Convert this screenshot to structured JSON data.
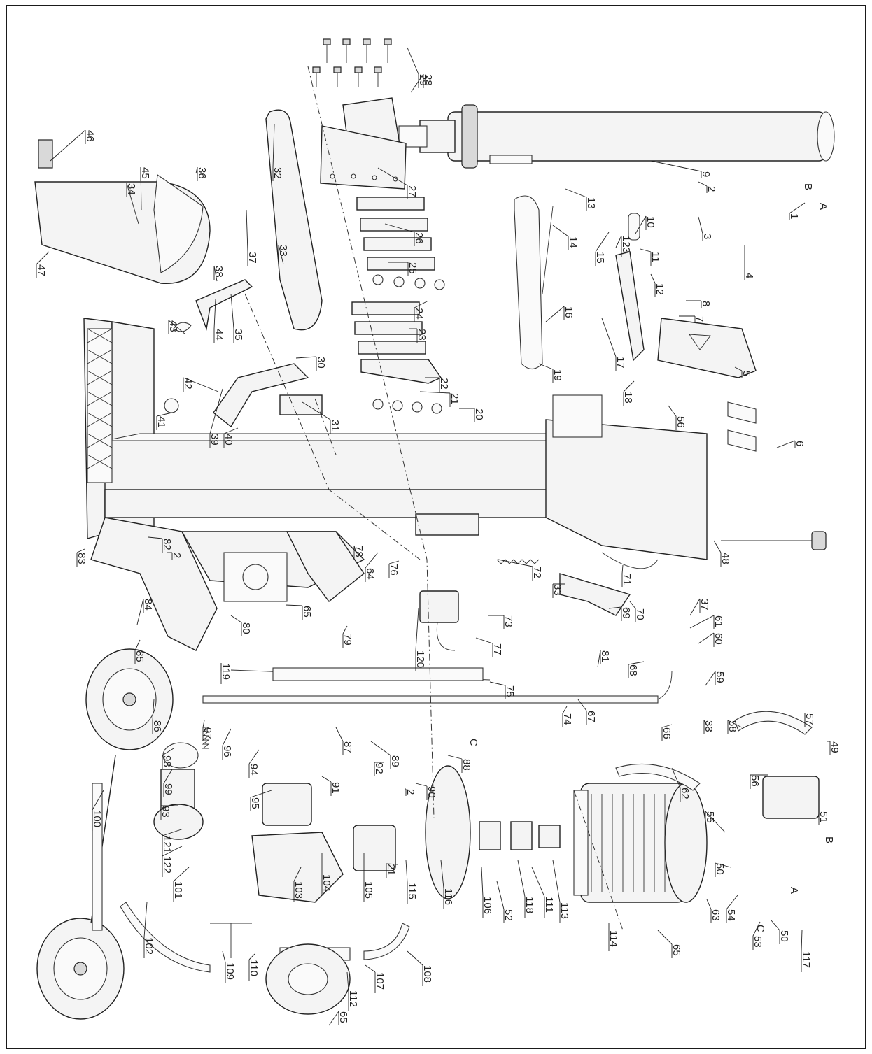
{
  "diagram": {
    "callouts": [
      {
        "id": "29",
        "p": [
          582,
          68
        ],
        "t": [
          598,
          106
        ]
      },
      {
        "id": "28",
        "p": [
          587,
          132
        ],
        "t": [
          605,
          106
        ]
      },
      {
        "id": "46",
        "p": [
          72,
          230
        ],
        "t": [
          122,
          186
        ]
      },
      {
        "id": "45",
        "p": [
          202,
          300
        ],
        "t": [
          201,
          239
        ]
      },
      {
        "id": "34",
        "p": [
          198,
          320
        ],
        "t": [
          181,
          262
        ]
      },
      {
        "id": "36",
        "p": [
          280,
          248
        ],
        "t": [
          282,
          239
        ]
      },
      {
        "id": "47",
        "p": [
          70,
          360
        ],
        "t": [
          52,
          378
        ]
      },
      {
        "id": "32",
        "p": [
          392,
          178
        ],
        "t": [
          390,
          239
        ]
      },
      {
        "id": "37",
        "p": [
          352,
          300
        ],
        "t": [
          354,
          360
        ]
      },
      {
        "id": "33",
        "p": [
          405,
          378
        ],
        "t": [
          398,
          350
        ]
      },
      {
        "id": "38",
        "p": [
          310,
          402
        ],
        "t": [
          306,
          380
        ]
      },
      {
        "id": "44",
        "p": [
          308,
          428
        ],
        "t": [
          306,
          470
        ]
      },
      {
        "id": "35",
        "p": [
          330,
          420
        ],
        "t": [
          334,
          470
        ]
      },
      {
        "id": "43",
        "p": [
          265,
          478
        ],
        "t": [
          241,
          458
        ]
      },
      {
        "id": "42",
        "p": [
          312,
          560
        ],
        "t": [
          262,
          540
        ]
      },
      {
        "id": "30",
        "p": [
          423,
          512
        ],
        "t": [
          452,
          510
        ]
      },
      {
        "id": "31",
        "p": [
          432,
          575
        ],
        "t": [
          472,
          600
        ]
      },
      {
        "id": "41",
        "p": [
          246,
          590
        ],
        "t": [
          224,
          595
        ]
      },
      {
        "id": "39",
        "p": [
          318,
          556
        ],
        "t": [
          300,
          620
        ]
      },
      {
        "id": "40",
        "p": [
          340,
          612
        ],
        "t": [
          320,
          620
        ]
      },
      {
        "id": "27",
        "p": [
          540,
          240
        ],
        "t": [
          582,
          265
        ]
      },
      {
        "id": "26",
        "p": [
          550,
          320
        ],
        "t": [
          592,
          332
        ]
      },
      {
        "id": "25",
        "p": [
          555,
          375
        ],
        "t": [
          583,
          375
        ]
      },
      {
        "id": "24",
        "p": [
          612,
          430
        ],
        "t": [
          592,
          440
        ]
      },
      {
        "id": "23",
        "p": [
          585,
          470
        ],
        "t": [
          596,
          470
        ]
      },
      {
        "id": "22",
        "p": [
          607,
          540
        ],
        "t": [
          628,
          540
        ]
      },
      {
        "id": "21",
        "p": [
          600,
          560
        ],
        "t": [
          643,
          562
        ]
      },
      {
        "id": "20",
        "p": [
          656,
          584
        ],
        "t": [
          678,
          584
        ]
      },
      {
        "id": "9",
        "p": [
          930,
          230
        ],
        "t": [
          1002,
          245
        ]
      },
      {
        "id": "13",
        "p": [
          808,
          270
        ],
        "t": [
          838,
          282
        ]
      },
      {
        "id": "14",
        "p": [
          790,
          322
        ],
        "t": [
          812,
          338
        ]
      },
      {
        "id": "15",
        "p": [
          870,
          332
        ],
        "t": [
          851,
          360
        ]
      },
      {
        "id": "123",
        "p": [
          880,
          354
        ],
        "t": [
          888,
          337
        ]
      },
      {
        "id": "10",
        "p": [
          908,
          334
        ],
        "t": [
          923,
          309
        ]
      },
      {
        "id": "11",
        "p": [
          915,
          356
        ],
        "t": [
          930,
          360
        ]
      },
      {
        "id": "12",
        "p": [
          930,
          392
        ],
        "t": [
          936,
          405
        ]
      },
      {
        "id": "2",
        "p": [
          998,
          260
        ],
        "t": [
          1010,
          266
        ]
      },
      {
        "id": "3",
        "p": [
          998,
          310
        ],
        "t": [
          1004,
          334
        ]
      },
      {
        "id": "1",
        "p": [
          1150,
          290
        ],
        "t": [
          1128,
          305
        ]
      },
      {
        "id": "4",
        "p": [
          1064,
          350
        ],
        "t": [
          1064,
          390
        ]
      },
      {
        "id": "8",
        "p": [
          980,
          430
        ],
        "t": [
          1002,
          430
        ]
      },
      {
        "id": "7",
        "p": [
          970,
          452
        ],
        "t": [
          993,
          452
        ]
      },
      {
        "id": "16",
        "p": [
          780,
          460
        ],
        "t": [
          806,
          438
        ]
      },
      {
        "id": "17",
        "p": [
          860,
          455
        ],
        "t": [
          880,
          510
        ]
      },
      {
        "id": "18",
        "p": [
          906,
          545
        ],
        "t": [
          891,
          560
        ]
      },
      {
        "id": "19",
        "p": [
          770,
          520
        ],
        "t": [
          790,
          528
        ]
      },
      {
        "id": "5",
        "p": [
          1050,
          525
        ],
        "t": [
          1060,
          530
        ]
      },
      {
        "id": "56",
        "p": [
          955,
          580
        ],
        "t": [
          966,
          595
        ]
      },
      {
        "id": "6",
        "p": [
          1110,
          640
        ],
        "t": [
          1136,
          630
        ]
      },
      {
        "id": "48",
        "p": [
          1020,
          773
        ],
        "t": [
          1030,
          790
        ]
      },
      {
        "id": "71",
        "p": [
          890,
          808
        ],
        "t": [
          889,
          820
        ]
      },
      {
        "id": "70",
        "p": [
          900,
          860
        ],
        "t": [
          908,
          870
        ]
      },
      {
        "id": "69",
        "p": [
          870,
          870
        ],
        "t": [
          888,
          868
        ]
      },
      {
        "id": "33",
        "p": [
          807,
          835
        ],
        "t": [
          790,
          835
        ]
      },
      {
        "id": "72",
        "p": [
          712,
          800
        ],
        "t": [
          761,
          810
        ]
      },
      {
        "id": "76",
        "p": [
          570,
          802
        ],
        "t": [
          556,
          806
        ]
      },
      {
        "id": "64",
        "p": [
          540,
          790
        ],
        "t": [
          522,
          812
        ]
      },
      {
        "id": "78",
        "p": [
          508,
          788
        ],
        "t": [
          506,
          780
        ]
      },
      {
        "id": "82",
        "p": [
          212,
          768
        ],
        "t": [
          232,
          770
        ]
      },
      {
        "id": "2",
        "p": [
          238,
          790
        ],
        "t": [
          246,
          790
        ]
      },
      {
        "id": "83",
        "p": [
          121,
          785
        ],
        "t": [
          110,
          790
        ]
      },
      {
        "id": "84",
        "p": [
          196,
          893
        ],
        "t": [
          205,
          856
        ]
      },
      {
        "id": "85",
        "p": [
          200,
          915
        ],
        "t": [
          193,
          930
        ]
      },
      {
        "id": "80",
        "p": [
          330,
          880
        ],
        "t": [
          345,
          890
        ]
      },
      {
        "id": "65",
        "p": [
          408,
          865
        ],
        "t": [
          432,
          866
        ]
      },
      {
        "id": "79",
        "p": [
          496,
          895
        ],
        "t": [
          490,
          906
        ]
      },
      {
        "id": "120",
        "p": [
          598,
          870
        ],
        "t": [
          594,
          930
        ]
      },
      {
        "id": "73",
        "p": [
          698,
          880
        ],
        "t": [
          720,
          880
        ]
      },
      {
        "id": "77",
        "p": [
          680,
          912
        ],
        "t": [
          704,
          920
        ]
      },
      {
        "id": "75",
        "p": [
          700,
          975
        ],
        "t": [
          722,
          980
        ]
      },
      {
        "id": "119",
        "p": [
          316,
          960
        ],
        "t": [
          316,
          948
        ]
      },
      {
        "id": "86",
        "p": [
          220,
          1000
        ],
        "t": [
          218,
          1030
        ]
      },
      {
        "id": "97",
        "p": [
          292,
          1030
        ],
        "t": [
          290,
          1040
        ]
      },
      {
        "id": "96",
        "p": [
          330,
          1042
        ],
        "t": [
          318,
          1066
        ]
      },
      {
        "id": "98",
        "p": [
          248,
          1070
        ],
        "t": [
          232,
          1080
        ]
      },
      {
        "id": "99",
        "p": [
          246,
          1100
        ],
        "t": [
          234,
          1120
        ]
      },
      {
        "id": "100",
        "p": [
          148,
          1130
        ],
        "t": [
          132,
          1158
        ]
      },
      {
        "id": "94",
        "p": [
          370,
          1072
        ],
        "t": [
          356,
          1092
        ]
      },
      {
        "id": "87",
        "p": [
          480,
          1040
        ],
        "t": [
          490,
          1060
        ]
      },
      {
        "id": "89",
        "p": [
          530,
          1060
        ],
        "t": [
          558,
          1080
        ]
      },
      {
        "id": "91",
        "p": [
          460,
          1110
        ],
        "t": [
          473,
          1118
        ]
      },
      {
        "id": "88",
        "p": [
          640,
          1080
        ],
        "t": [
          660,
          1085
        ]
      },
      {
        "id": "92",
        "p": [
          548,
          1090
        ],
        "t": [
          535,
          1090
        ]
      },
      {
        "id": "90",
        "p": [
          594,
          1120
        ],
        "t": [
          610,
          1124
        ]
      },
      {
        "id": "2",
        "p": [
          578,
          1128
        ],
        "t": [
          580,
          1128
        ]
      },
      {
        "id": "95",
        "p": [
          388,
          1130
        ],
        "t": [
          358,
          1140
        ]
      },
      {
        "id": "93",
        "p": [
          254,
          1152
        ],
        "t": [
          230,
          1152
        ]
      },
      {
        "id": "121",
        "p": [
          262,
          1185
        ],
        "t": [
          232,
          1195
        ]
      },
      {
        "id": "122",
        "p": [
          260,
          1210
        ],
        "t": [
          232,
          1224
        ]
      },
      {
        "id": "101",
        "p": [
          270,
          1240
        ],
        "t": [
          248,
          1260
        ]
      },
      {
        "id": "103",
        "p": [
          430,
          1240
        ],
        "t": [
          420,
          1260
        ]
      },
      {
        "id": "104",
        "p": [
          460,
          1220
        ],
        "t": [
          460,
          1250
        ]
      },
      {
        "id": "105",
        "p": [
          520,
          1220
        ],
        "t": [
          520,
          1260
        ]
      },
      {
        "id": "115",
        "p": [
          580,
          1230
        ],
        "t": [
          582,
          1262
        ]
      },
      {
        "id": "21",
        "p": [
          568,
          1236
        ],
        "t": [
          552,
          1235
        ]
      },
      {
        "id": "116",
        "p": [
          630,
          1230
        ],
        "t": [
          634,
          1270
        ]
      },
      {
        "id": "106",
        "p": [
          688,
          1240
        ],
        "t": [
          690,
          1282
        ]
      },
      {
        "id": "52",
        "p": [
          710,
          1260
        ],
        "t": [
          720,
          1300
        ]
      },
      {
        "id": "118",
        "p": [
          740,
          1230
        ],
        "t": [
          750,
          1282
        ]
      },
      {
        "id": "111",
        "p": [
          760,
          1240
        ],
        "t": [
          778,
          1282
        ]
      },
      {
        "id": "113",
        "p": [
          790,
          1230
        ],
        "t": [
          800,
          1290
        ]
      },
      {
        "id": "114",
        "p": [
          870,
          1320
        ],
        "t": [
          870,
          1330
        ]
      },
      {
        "id": "63",
        "p": [
          1010,
          1286
        ],
        "t": [
          1016,
          1300
        ]
      },
      {
        "id": "65",
        "p": [
          940,
          1330
        ],
        "t": [
          960,
          1350
        ]
      },
      {
        "id": "117",
        "p": [
          1146,
          1330
        ],
        "t": [
          1145,
          1360
        ]
      },
      {
        "id": "50",
        "p": [
          1102,
          1316
        ],
        "t": [
          1114,
          1330
        ]
      },
      {
        "id": "53",
        "p": [
          1086,
          1318
        ],
        "t": [
          1076,
          1338
        ]
      },
      {
        "id": "54",
        "p": [
          1054,
          1280
        ],
        "t": [
          1038,
          1300
        ]
      },
      {
        "id": "50",
        "p": [
          1044,
          1240
        ],
        "t": [
          1022,
          1234
        ]
      },
      {
        "id": "55",
        "p": [
          1036,
          1190
        ],
        "t": [
          1008,
          1160
        ]
      },
      {
        "id": "51",
        "p": [
          1170,
          1172
        ],
        "t": [
          1170,
          1160
        ]
      },
      {
        "id": "56",
        "p": [
          1098,
          1108
        ],
        "t": [
          1072,
          1108
        ]
      },
      {
        "id": "49",
        "p": [
          1182,
          1060
        ],
        "t": [
          1186,
          1060
        ]
      },
      {
        "id": "57",
        "p": [
          1150,
          1040
        ],
        "t": [
          1150,
          1020
        ]
      },
      {
        "id": "58",
        "p": [
          1060,
          1040
        ],
        "t": [
          1040,
          1030
        ]
      },
      {
        "id": "33",
        "p": [
          1016,
          1046
        ],
        "t": [
          1006,
          1030
        ]
      },
      {
        "id": "66",
        "p": [
          960,
          1036
        ],
        "t": [
          946,
          1040
        ]
      },
      {
        "id": "59",
        "p": [
          1008,
          980
        ],
        "t": [
          1022,
          960
        ]
      },
      {
        "id": "60",
        "p": [
          998,
          920
        ],
        "t": [
          1020,
          905
        ]
      },
      {
        "id": "61",
        "p": [
          986,
          898
        ],
        "t": [
          1020,
          880
        ]
      },
      {
        "id": "37",
        "p": [
          986,
          880
        ],
        "t": [
          1000,
          856
        ]
      },
      {
        "id": "68",
        "p": [
          920,
          946
        ],
        "t": [
          898,
          950
        ]
      },
      {
        "id": "81",
        "p": [
          854,
          954
        ],
        "t": [
          858,
          930
        ]
      },
      {
        "id": "67",
        "p": [
          826,
          1000
        ],
        "t": [
          838,
          1016
        ]
      },
      {
        "id": "74",
        "p": [
          810,
          1010
        ],
        "t": [
          804,
          1020
        ]
      },
      {
        "id": "62",
        "p": [
          960,
          1098
        ],
        "t": [
          972,
          1126
        ]
      },
      {
        "id": "102",
        "p": [
          210,
          1290
        ],
        "t": [
          206,
          1340
        ]
      },
      {
        "id": "109",
        "p": [
          318,
          1360
        ],
        "t": [
          322,
          1376
        ]
      },
      {
        "id": "110",
        "p": [
          364,
          1364
        ],
        "t": [
          356,
          1372
        ]
      },
      {
        "id": "112",
        "p": [
          496,
          1390
        ],
        "t": [
          498,
          1416
        ]
      },
      {
        "id": "107",
        "p": [
          522,
          1380
        ],
        "t": [
          536,
          1390
        ]
      },
      {
        "id": "108",
        "p": [
          582,
          1360
        ],
        "t": [
          604,
          1380
        ]
      },
      {
        "id": "65",
        "p": [
          470,
          1466
        ],
        "t": [
          484,
          1446
        ]
      }
    ],
    "letter_tags": [
      "A",
      "B",
      "C",
      "C",
      "A",
      "B"
    ]
  }
}
